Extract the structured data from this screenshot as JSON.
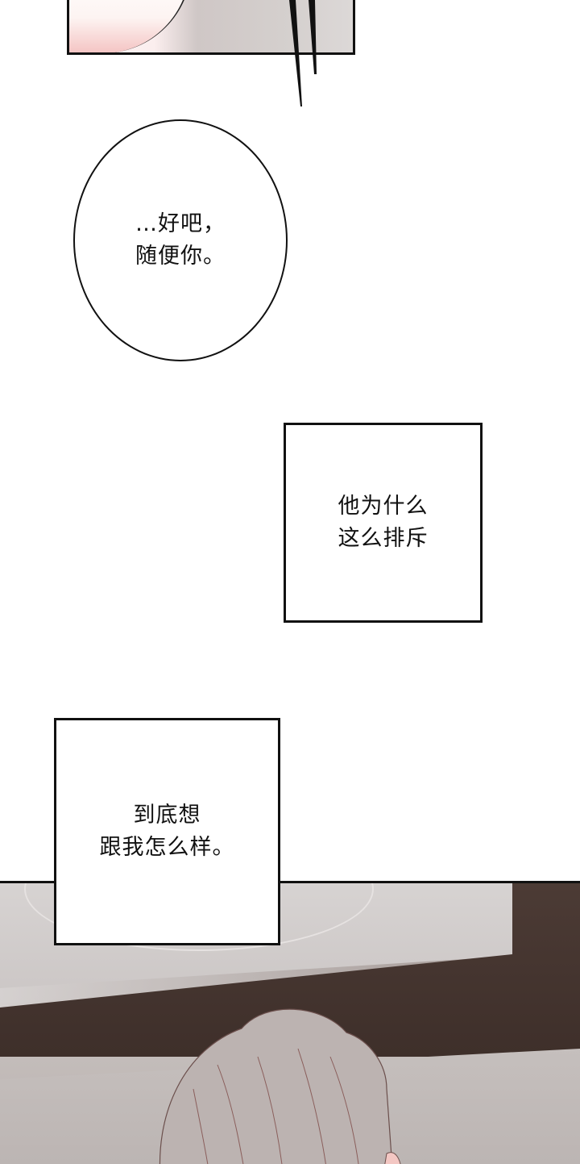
{
  "comic": {
    "panels": [
      {
        "type": "art",
        "description": "top panel cropped: skin and hair edge with speed lines"
      },
      {
        "type": "speech-bubble",
        "lines": [
          "…好吧，",
          "随便你。"
        ]
      },
      {
        "type": "caption-box",
        "lines": [
          "他为什么",
          "这么排斥"
        ]
      },
      {
        "type": "caption-box",
        "lines": [
          "到底想",
          "跟我怎么样。"
        ]
      },
      {
        "type": "art",
        "description": "grey-haired character head with dark wooden frame behind"
      }
    ],
    "colors": {
      "ink": "#111111",
      "paper": "#ffffff",
      "hair": "#bdb3b0",
      "wood": "#3e2f2a",
      "skin": "#f4c4c3"
    }
  }
}
